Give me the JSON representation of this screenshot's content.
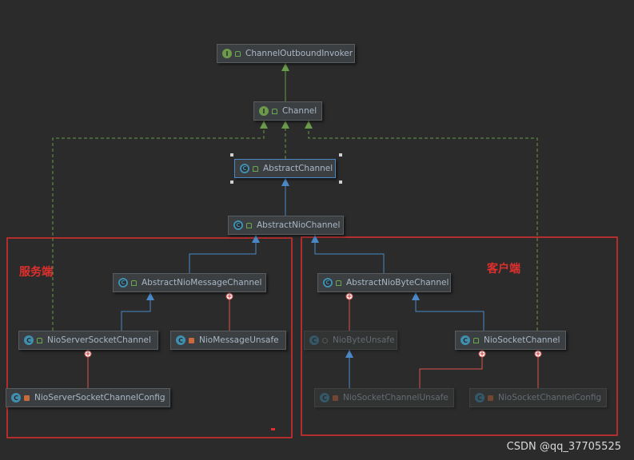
{
  "nodes": [
    {
      "id": "channel-outbound-invoker",
      "label": "ChannelOutboundInvoker",
      "kind": "interface",
      "visibility": "public",
      "faded": false,
      "selected": false
    },
    {
      "id": "channel",
      "label": "Channel",
      "kind": "interface",
      "visibility": "public",
      "faded": false,
      "selected": false
    },
    {
      "id": "abstract-channel",
      "label": "AbstractChannel",
      "kind": "abstract",
      "visibility": "public",
      "faded": false,
      "selected": true
    },
    {
      "id": "abstract-nio-channel",
      "label": "AbstractNioChannel",
      "kind": "abstract",
      "visibility": "public",
      "faded": false,
      "selected": false
    },
    {
      "id": "abstract-nio-message-channel",
      "label": "AbstractNioMessageChannel",
      "kind": "abstract",
      "visibility": "public",
      "faded": false,
      "selected": false
    },
    {
      "id": "abstract-nio-byte-channel",
      "label": "AbstractNioByteChannel",
      "kind": "abstract",
      "visibility": "public",
      "faded": false,
      "selected": false
    },
    {
      "id": "nio-server-socket-channel",
      "label": "NioServerSocketChannel",
      "kind": "class",
      "visibility": "public",
      "faded": false,
      "selected": false
    },
    {
      "id": "nio-message-unsafe",
      "label": "NioMessageUnsafe",
      "kind": "class",
      "visibility": "private",
      "faded": false,
      "selected": false
    },
    {
      "id": "nio-byte-unsafe",
      "label": "NioByteUnsafe",
      "kind": "class",
      "visibility": "package",
      "faded": true,
      "selected": false
    },
    {
      "id": "nio-socket-channel",
      "label": "NioSocketChannel",
      "kind": "class",
      "visibility": "public",
      "faded": false,
      "selected": false
    },
    {
      "id": "nio-server-socket-channel-config",
      "label": "NioServerSocketChannelConfig",
      "kind": "class",
      "visibility": "private",
      "faded": false,
      "selected": false
    },
    {
      "id": "nio-socket-channel-unsafe",
      "label": "NioSocketChannelUnsafe",
      "kind": "class",
      "visibility": "private",
      "faded": true,
      "selected": false
    },
    {
      "id": "nio-socket-channel-config",
      "label": "NioSocketChannelConfig",
      "kind": "class",
      "visibility": "private",
      "faded": true,
      "selected": false
    }
  ],
  "edges": [
    {
      "from": "channel",
      "to": "channel-outbound-invoker",
      "type": "extends-interface"
    },
    {
      "from": "abstract-channel",
      "to": "channel",
      "type": "implements"
    },
    {
      "from": "nio-server-socket-channel",
      "to": "channel",
      "type": "implements"
    },
    {
      "from": "nio-socket-channel",
      "to": "channel",
      "type": "implements"
    },
    {
      "from": "abstract-nio-channel",
      "to": "abstract-channel",
      "type": "extends"
    },
    {
      "from": "abstract-nio-message-channel",
      "to": "abstract-nio-channel",
      "type": "extends"
    },
    {
      "from": "abstract-nio-byte-channel",
      "to": "abstract-nio-channel",
      "type": "extends"
    },
    {
      "from": "nio-server-socket-channel",
      "to": "abstract-nio-message-channel",
      "type": "extends"
    },
    {
      "from": "nio-socket-channel",
      "to": "abstract-nio-byte-channel",
      "type": "extends"
    },
    {
      "from": "nio-socket-channel-unsafe",
      "to": "nio-byte-unsafe",
      "type": "extends"
    },
    {
      "from": "nio-message-unsafe",
      "to": "abstract-nio-message-channel",
      "type": "inner"
    },
    {
      "from": "nio-byte-unsafe",
      "to": "abstract-nio-byte-channel",
      "type": "inner"
    },
    {
      "from": "nio-server-socket-channel-config",
      "to": "nio-server-socket-channel",
      "type": "inner"
    },
    {
      "from": "nio-socket-channel-unsafe",
      "to": "nio-socket-channel",
      "type": "inner"
    },
    {
      "from": "nio-socket-channel-config",
      "to": "nio-socket-channel",
      "type": "inner"
    }
  ],
  "regions": [
    {
      "id": "server-region",
      "label": "服务端"
    },
    {
      "id": "client-region",
      "label": "客户端"
    }
  ],
  "watermark": "CSDN @qq_37705525",
  "colors": {
    "background": "#2b2b2b",
    "node_fill": "#3c3f41",
    "interface_arrow": "#6a9a4a",
    "extends_arrow": "#4a88c7",
    "inner_line": "#d9534f",
    "region_border": "#e0302e"
  },
  "icons": {
    "interface": "interface-icon",
    "class": "class-icon",
    "abstract": "abstract-class-icon",
    "public": "public-lock-icon",
    "private": "private-lock-icon",
    "package": "package-visibility-icon"
  }
}
